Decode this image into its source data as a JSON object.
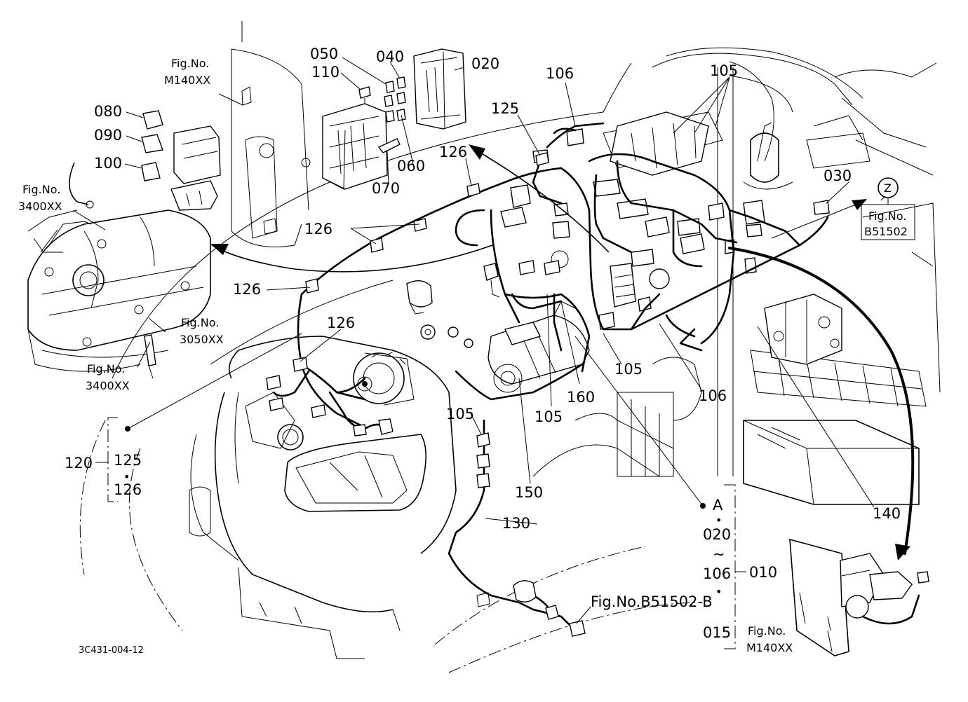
{
  "callouts": {
    "c050": "050",
    "c110": "110",
    "c040": "040",
    "c020": "020",
    "c080": "080",
    "c090": "090",
    "c100": "100",
    "c060": "060",
    "c070": "070",
    "c106_top": "106",
    "c105_top": "105",
    "c125": "125",
    "c126_top": "126",
    "c030": "030",
    "c126_mid": "126",
    "c126_left": "126",
    "c126_low": "126",
    "c105_mid": "105",
    "c106_right": "106",
    "c160": "160",
    "c105_low": "105",
    "c105_bot": "105",
    "c150": "150",
    "c130": "130",
    "c140": "140"
  },
  "fig_refs": {
    "m140_top_1": "Fig.No.",
    "m140_top_2": "M140XX",
    "s3400_top_1": "Fig.No.",
    "s3400_top_2": "3400XX",
    "s3050_1": "Fig.No.",
    "s3050_2": "3050XX",
    "s3400_bot_1": "Fig.No.",
    "s3400_bot_2": "3400XX",
    "b51502_1": "Fig.No.",
    "b51502_2": "B51502",
    "m140_bot_1": "Fig.No.",
    "m140_bot_2": "M140XX",
    "b51502b": "Fig.No.B51502-B",
    "z_marker": "Z"
  },
  "group_left": {
    "main": "120",
    "line1": "125",
    "dot": "•",
    "line2": "126"
  },
  "group_right": {
    "a": "A",
    "dot1": "•",
    "r020": "020",
    "tilde": "~",
    "r106": "106",
    "dot2": "•",
    "r015": "015",
    "main": "010"
  },
  "diagram_code": "3C431-004-12"
}
